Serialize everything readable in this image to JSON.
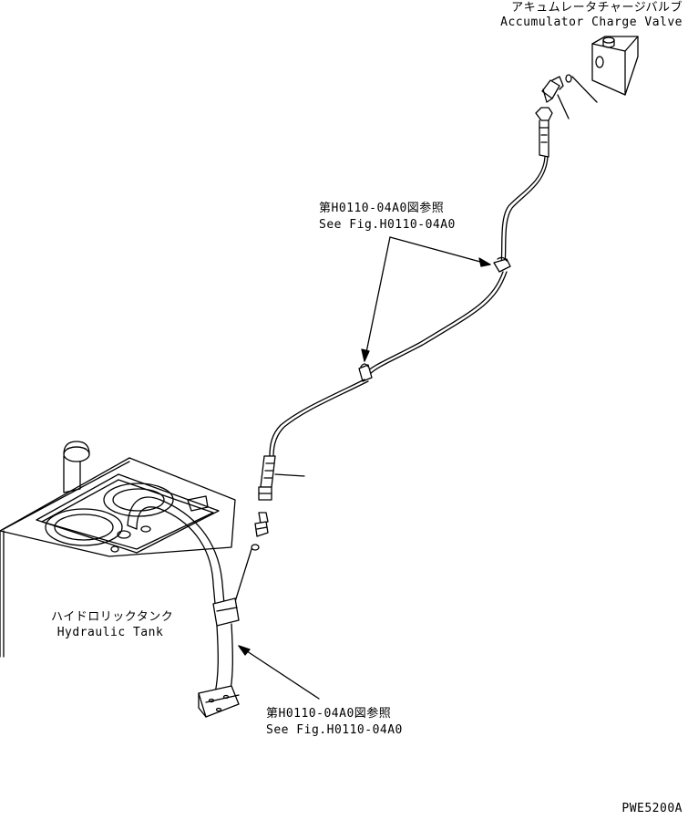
{
  "accumulator": {
    "label_jp": "アキュムレータチャージバルブ",
    "label_en": "Accumulator Charge Valve"
  },
  "ref_upper": {
    "label_jp": "第H0110-04A0図参照",
    "label_en": "See Fig.H0110-04A0"
  },
  "ref_lower": {
    "label_jp": "第H0110-04A0図参照",
    "label_en": "See Fig.H0110-04A0"
  },
  "tank": {
    "label_jp": "ハイドロリックタンク",
    "label_en": "Hydraulic Tank"
  },
  "drawing_number": "PWE5200A"
}
